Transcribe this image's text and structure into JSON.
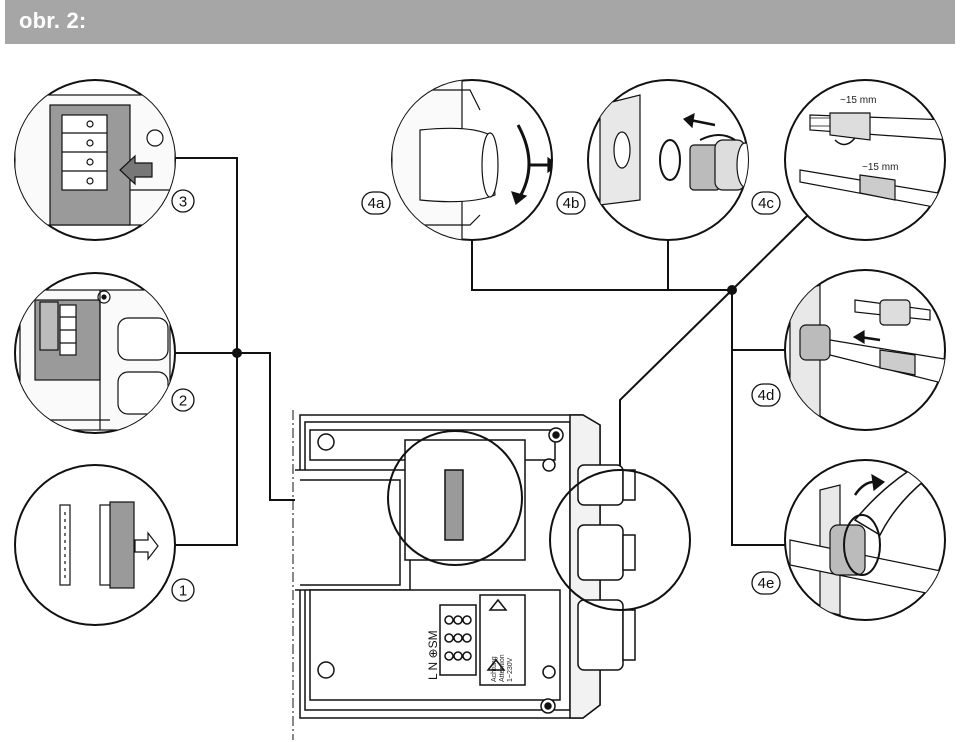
{
  "header": {
    "title": "obr. 2:"
  },
  "callouts": {
    "c1": "1",
    "c2": "2",
    "c3": "3",
    "c4a": "4a",
    "c4b": "4b",
    "c4c": "4c",
    "c4d": "4d",
    "c4e": "4e"
  },
  "dimensions": {
    "strip_top": "~15 mm",
    "strip_bottom": "~15 mm"
  },
  "terminal_labels": {
    "pins": "L N ⊕SM"
  },
  "warning_labels": {
    "voltage": "1~230V",
    "caution": "Achtung",
    "caution2": "Attention"
  },
  "colors": {
    "header_bg": "#a6a6a6",
    "line": "#111111",
    "grey_part": "#9a9a9a"
  }
}
